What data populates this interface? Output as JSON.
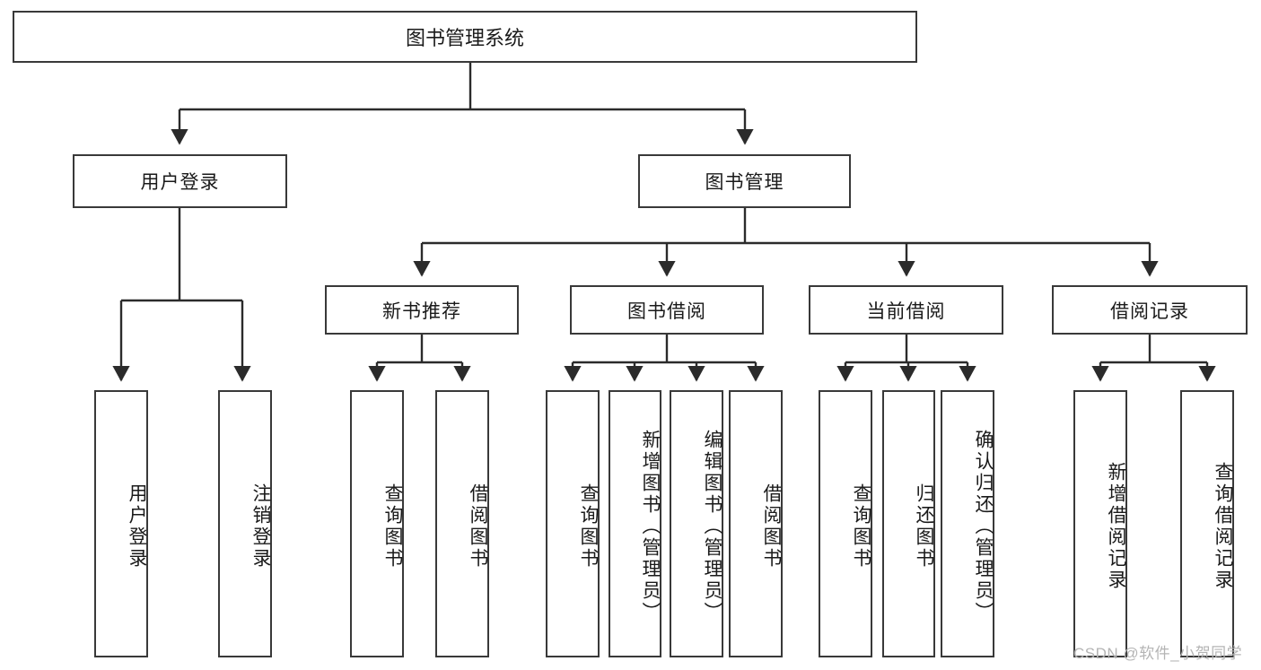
{
  "diagram": {
    "title": "图书管理系统",
    "watermark": "CSDN @软件_小贺同学",
    "nodes": {
      "root": "图书管理系统",
      "user_login": "用户登录",
      "book_manage": "图书管理",
      "new_book_rec": "新书推荐",
      "book_borrow": "图书借阅",
      "current_borrow": "当前借阅",
      "borrow_record": "借阅记录",
      "leaf_user_login": "用户登录",
      "leaf_logout": "注销登录",
      "leaf_query_book_1": "查询图书",
      "leaf_borrow_book_1": "借阅图书",
      "leaf_query_book_2": "查询图书",
      "leaf_add_book": "新增图书（管理员）",
      "leaf_edit_book": "编辑图书（管理员）",
      "leaf_borrow_book_2": "借阅图书",
      "leaf_query_book_3": "查询图书",
      "leaf_return_book": "归还图书",
      "leaf_confirm_return": "确认归还（管理员）",
      "leaf_add_record": "新增借阅记录",
      "leaf_query_record": "查询借阅记录"
    }
  }
}
